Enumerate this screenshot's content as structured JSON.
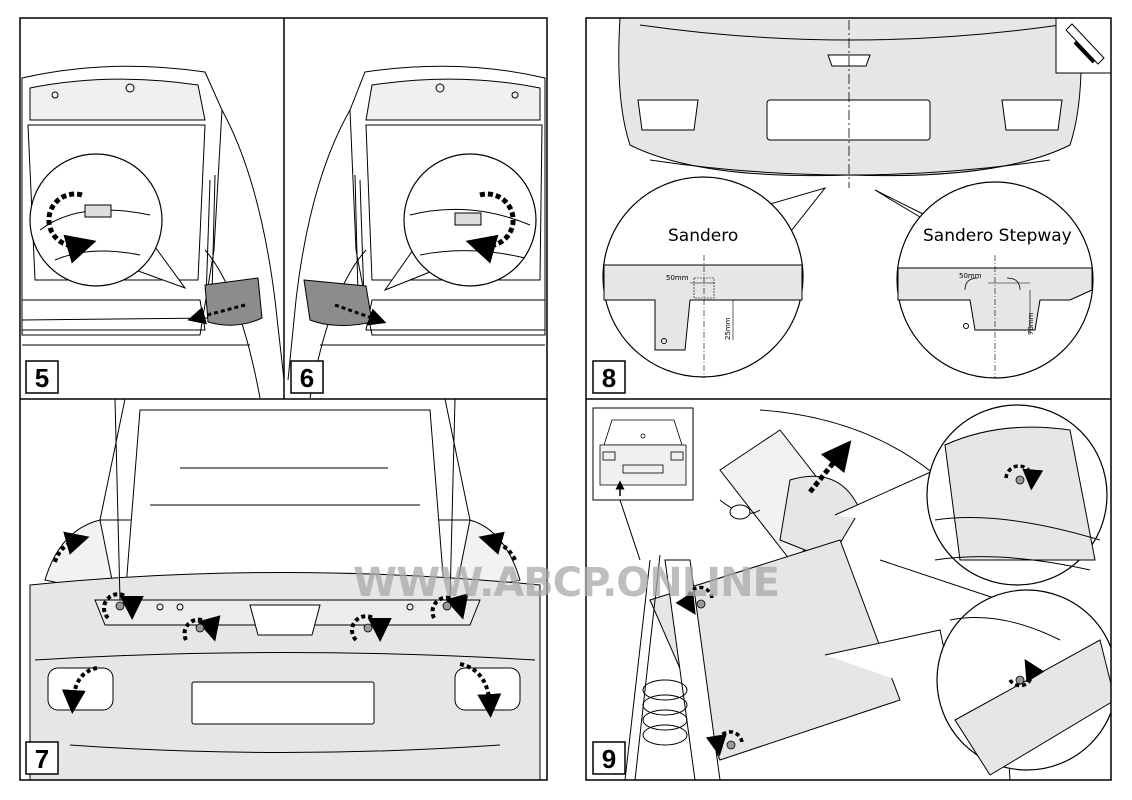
{
  "watermark": "WWW.ABCP.ONLINE",
  "steps": [
    {
      "number": "5"
    },
    {
      "number": "6"
    },
    {
      "number": "7"
    },
    {
      "number": "8"
    },
    {
      "number": "9"
    }
  ],
  "step8": {
    "left_label": "Sandero",
    "right_label": "Sandero Stepway",
    "left_horizontal_dim": "50mm",
    "left_vertical_dim": "25mm",
    "right_horizontal_dim": "50mm",
    "right_vertical_dim": "70mm"
  },
  "colors": {
    "line": "#000000",
    "body_fill": "#e6e6e6",
    "dark_fill": "#8c8c8c",
    "watermark": "#a8a8a8"
  },
  "icons": [
    "rotate-arrow-icon",
    "pull-arrow-icon",
    "cutter-knife-icon",
    "car-rear-thumbnail-icon"
  ]
}
